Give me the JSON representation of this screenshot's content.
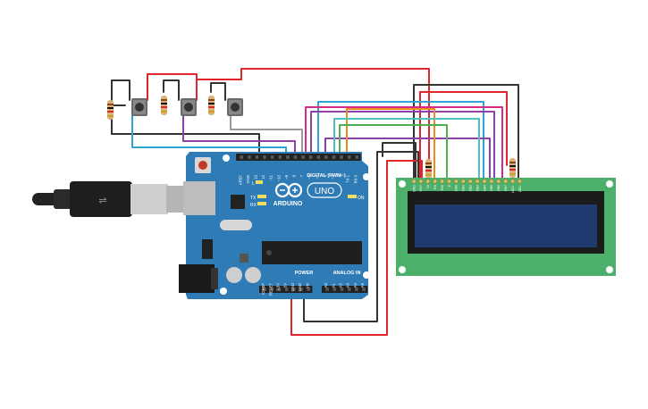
{
  "canvas": {
    "background": "#ffffff"
  },
  "arduino": {
    "logo_text": "ARDUINO",
    "model_text": "UNO",
    "digital_label": "DIGITAL (PWM~)",
    "power_label": "POWER",
    "analog_label": "ANALOG IN",
    "on_label": "ON",
    "l_label": "L",
    "tx_label": "TX",
    "rx_label": "RX",
    "header_labels": [
      "AREF",
      "GND",
      "13",
      "12",
      "~11",
      "~10",
      "~9",
      "8",
      "7",
      "~6",
      "~5",
      "4",
      "~3",
      "2",
      "TX 1",
      "RX 0"
    ],
    "power_pins": [
      "IOREF",
      "RESET",
      "3.3V",
      "5V",
      "GND",
      "GND",
      "Vin"
    ],
    "analog_pins": [
      "A0",
      "A1",
      "A2",
      "A3",
      "A4",
      "A5"
    ],
    "board_color": "#2e7bb5"
  },
  "lcd": {
    "pin_labels": [
      "GND",
      "VCC",
      "V0",
      "RS",
      "RW",
      "E",
      "DB0",
      "DB1",
      "DB2",
      "DB3",
      "DB4",
      "DB5",
      "DB6",
      "DB7",
      "LED+",
      "LED-"
    ],
    "pcb_color": "#4caf6a",
    "screen_color": "#1f3a6e"
  },
  "wire_colors": {
    "red": "#e0242b",
    "black": "#333333",
    "blue": "#2fa3d3",
    "purple": "#8e3fa8",
    "gray": "#999999",
    "orange": "#f08a1c",
    "teal": "#4fc1c1",
    "green": "#4caf50",
    "magenta": "#d42a8a"
  },
  "components": {
    "pushbuttons": 3,
    "resistors": 5,
    "usb_cable": "usb-cable-icon"
  }
}
